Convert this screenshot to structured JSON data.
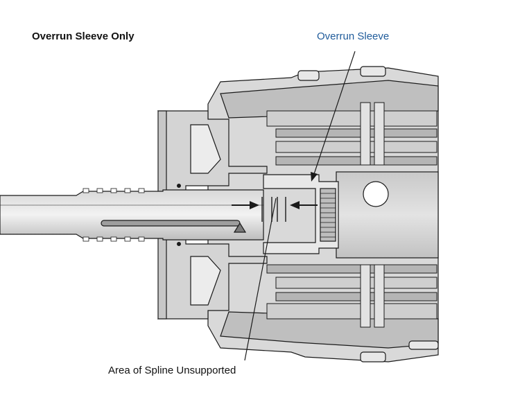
{
  "diagram": {
    "title": "Overrun Sleeve Only",
    "callouts": {
      "overrun_sleeve": "Overrun Sleeve",
      "unsupported_area": "Area of Spline Unsupported"
    }
  },
  "colors": {
    "highlight_label": "#1f5b9a",
    "metal_light": "#e6e6e6",
    "metal_mid": "#bdbdbd",
    "metal_dark": "#8f8f8f",
    "outline": "#1a1a1a"
  },
  "icons": {
    "left_arrow": "arrow-right-icon",
    "right_arrow": "arrow-left-icon"
  }
}
